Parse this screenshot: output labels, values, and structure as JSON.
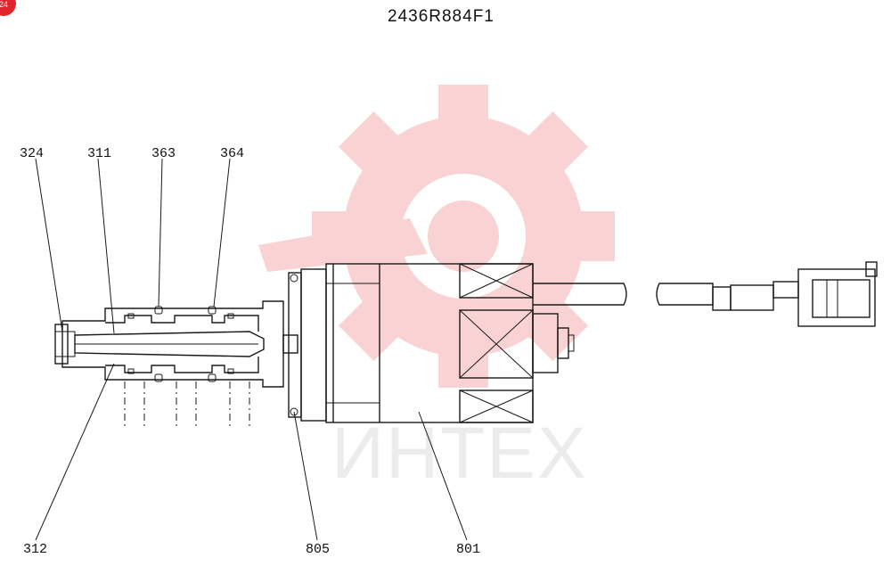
{
  "title": "2436R884F1",
  "corner_badge": "24",
  "watermark": {
    "text": "ИНТЕХ",
    "color": "#f2a0a0"
  },
  "callouts": {
    "c324": "324",
    "c311": "311",
    "c363": "363",
    "c364": "364",
    "c312": "312",
    "c805": "805",
    "c801": "801"
  }
}
